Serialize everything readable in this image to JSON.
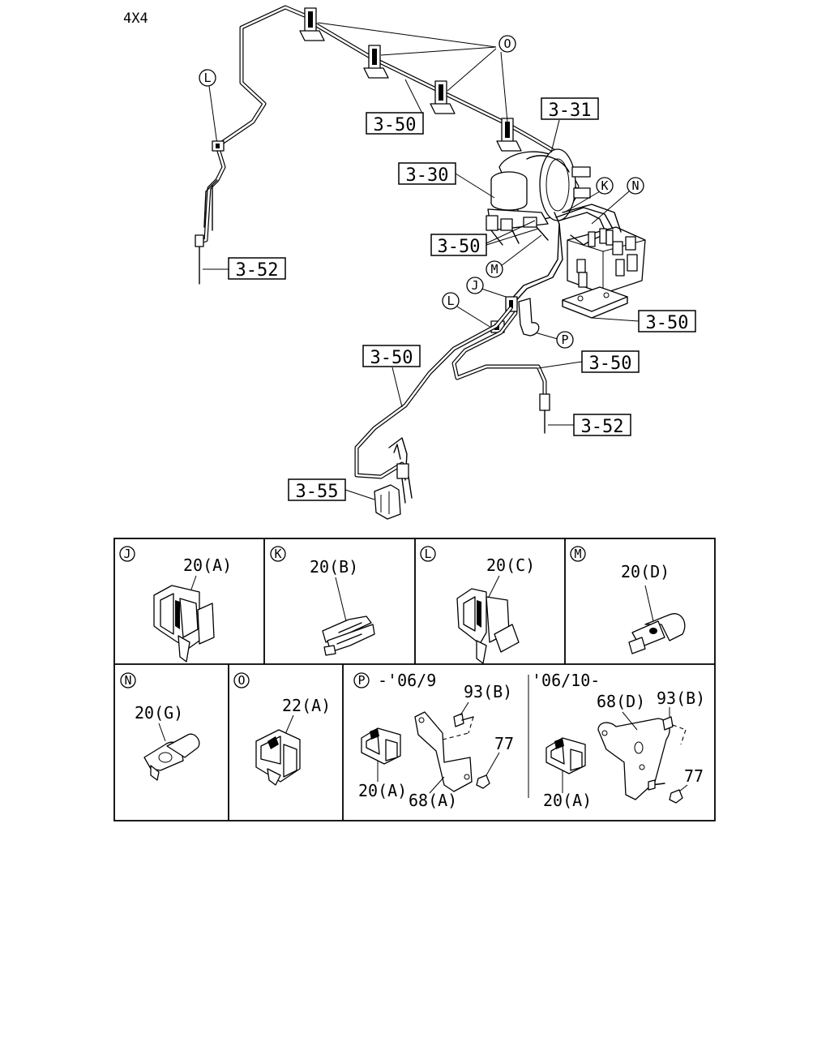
{
  "header": {
    "variant": "4X4"
  },
  "callouts": {
    "pipe_top": "3-50",
    "booster": "3-31",
    "master_cylinder": "3-30",
    "pipe_mc": "3-50",
    "hose_left": "3-52",
    "bracket_pipe": "3-50",
    "pipe_left": "3-50",
    "pipe_right": "3-50",
    "hose_right": "3-52",
    "valve": "3-55"
  },
  "markers": {
    "O": "O",
    "L_top": "L",
    "K": "K",
    "N": "N",
    "M": "M",
    "J": "J",
    "L_mid": "L",
    "P": "P"
  },
  "detail": {
    "J": {
      "key": "J",
      "part": "20(A)"
    },
    "K": {
      "key": "K",
      "part": "20(B)"
    },
    "L": {
      "key": "L",
      "part": "20(C)"
    },
    "M": {
      "key": "M",
      "part": "20(D)"
    },
    "N": {
      "key": "N",
      "part": "20(G)"
    },
    "O": {
      "key": "O",
      "part": "22(A)"
    },
    "P": {
      "key": "P",
      "early": {
        "period": "-'06/9",
        "bolt": "93(B)",
        "nut": "77",
        "clip": "20(A)",
        "bracket": "68(A)"
      },
      "late": {
        "period": "'06/10-",
        "bolt": "93(B)",
        "nut": "77",
        "clip": "20(A)",
        "bracket": "68(D)"
      }
    }
  }
}
